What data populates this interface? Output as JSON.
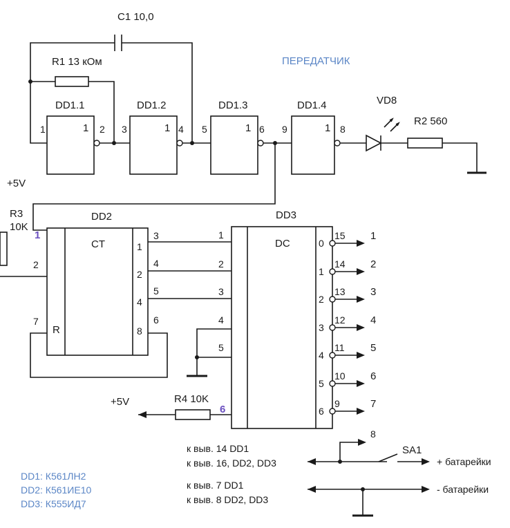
{
  "title": "ПЕРЕДАТЧИК",
  "title_color": "#5b86c6",
  "components": {
    "c1": "C1 10,0",
    "r1": "R1 13 кОм",
    "r2": "R2 560",
    "r3": "R3",
    "r3_value": "10K",
    "r4": "R4 10K",
    "vd8": "VD8",
    "sa1": "SA1",
    "plus5v_left": "+5V",
    "plus5v_bottom": "+5V"
  },
  "gates": {
    "dd1_1": "DD1.1",
    "dd1_2": "DD1.2",
    "dd1_3": "DD1.3",
    "dd1_4": "DD1.4",
    "gate_inner": "1"
  },
  "chips": {
    "dd2": "DD2",
    "dd2_func": "CT",
    "dd2_reset": "R",
    "dd3": "DD3",
    "dd3_func": "DC"
  },
  "pins": {
    "dd1_1_in": "1",
    "dd1_1_out": "2",
    "dd1_2_in": "3",
    "dd1_2_out": "4",
    "dd1_3_in": "5",
    "dd1_3_out": "6",
    "dd1_4_in": "9",
    "dd1_4_out": "8",
    "dd2_in1": "1",
    "dd2_in2": "2",
    "dd2_r": "7",
    "dd2_q1": "1",
    "dd2_q2": "2",
    "dd2_q4": "4",
    "dd2_q8": "8",
    "dd2_p3": "3",
    "dd2_p4": "4",
    "dd2_p5": "5",
    "dd2_p6": "6",
    "dd3_in1": "1",
    "dd3_in2": "2",
    "dd3_in3": "3",
    "dd3_in4": "4",
    "dd3_in5": "5",
    "pin6_mark": "6",
    "sa1_pin": "8"
  },
  "dd3_outputs": [
    {
      "idx": "0",
      "pin": "15",
      "out": "1"
    },
    {
      "idx": "1",
      "pin": "14",
      "out": "2"
    },
    {
      "idx": "2",
      "pin": "13",
      "out": "3"
    },
    {
      "idx": "3",
      "pin": "12",
      "out": "4"
    },
    {
      "idx": "4",
      "pin": "11",
      "out": "5"
    },
    {
      "idx": "5",
      "pin": "10",
      "out": "6"
    },
    {
      "idx": "6",
      "pin": "9",
      "out": "7"
    }
  ],
  "power": {
    "vcc_line1": "к выв. 14 DD1",
    "vcc_line2": "к выв. 16, DD2, DD3",
    "gnd_line1": "к выв. 7 DD1",
    "gnd_line2": "к выв. 8 DD2, DD3",
    "plus_batt": "+ батарейки",
    "minus_batt": "- батарейки"
  },
  "legend": [
    "DD1: К561ЛН2",
    "DD2: К561ИЕ10",
    "DD3: К555ИД7"
  ]
}
